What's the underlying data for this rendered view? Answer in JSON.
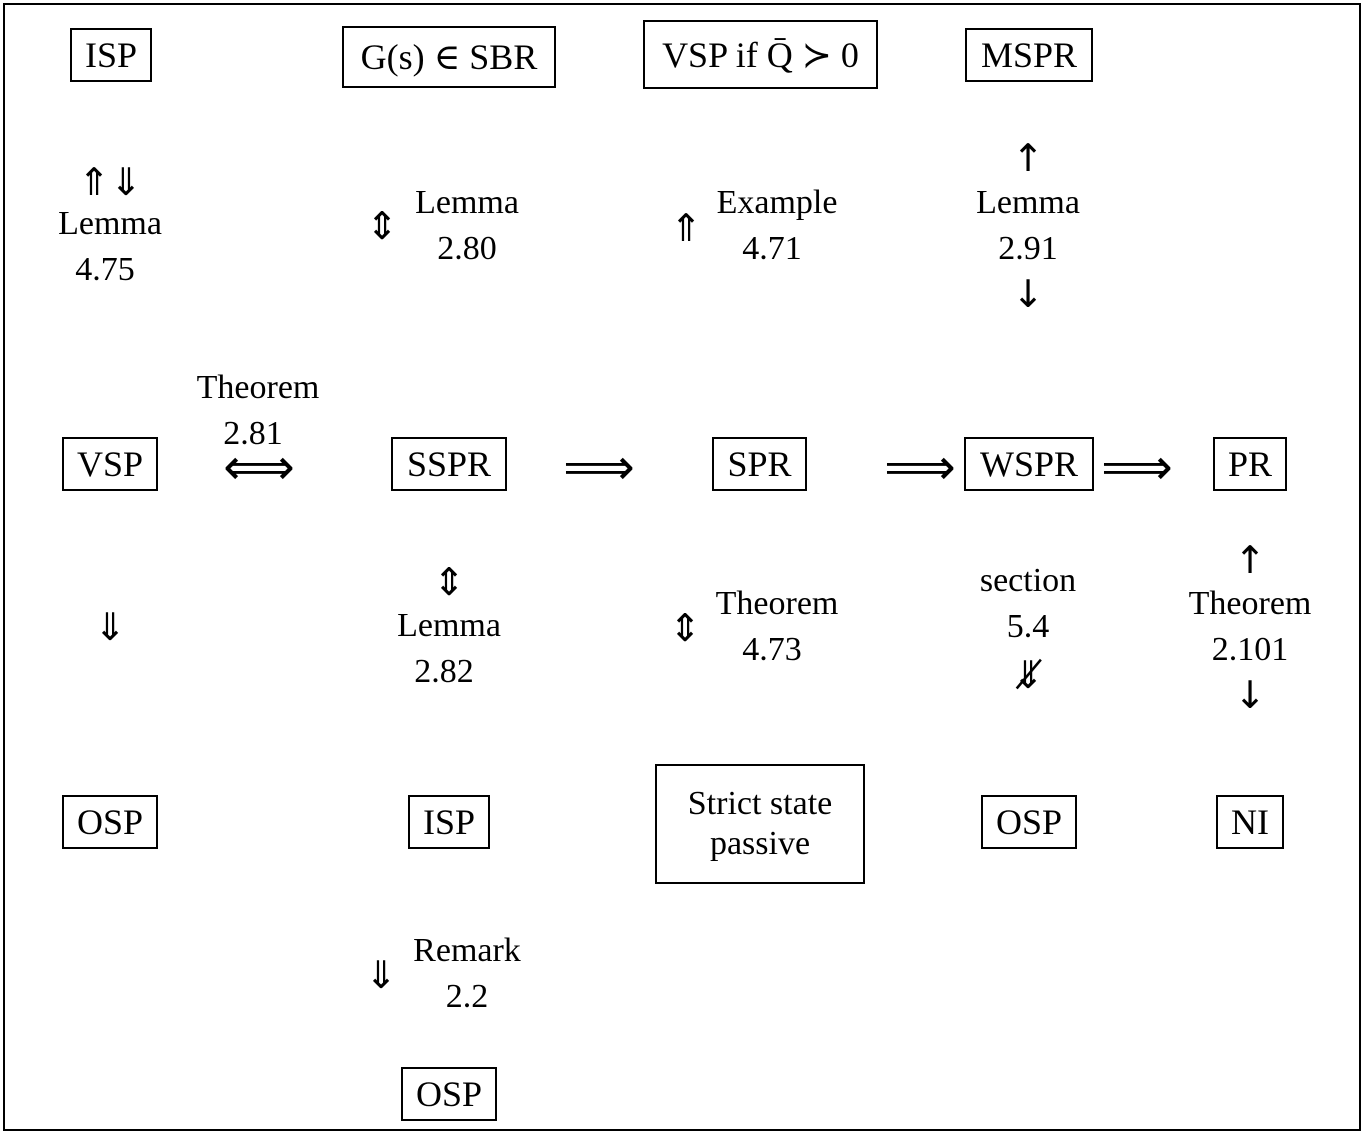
{
  "nodes": {
    "isp_top": "ISP",
    "g_sbr": "G(s) ∈ SBR",
    "vsp_if": "VSP if Q̄ ≻ 0",
    "mspr": "MSPR",
    "vsp": "VSP",
    "sspr": "SSPR",
    "spr": "SPR",
    "wspr": "WSPR",
    "pr": "PR",
    "osp_left": "OSP",
    "isp_mid": "ISP",
    "strict_state_passive": "Strict state passive",
    "osp_right": "OSP",
    "ni": "NI",
    "osp_bottom": "OSP"
  },
  "labels": {
    "lemma_475": [
      "Lemma",
      "4.75"
    ],
    "lemma_280": [
      "Lemma",
      "2.80"
    ],
    "example_471": [
      "Example",
      "4.71"
    ],
    "lemma_291": [
      "Lemma",
      "2.91"
    ],
    "theorem_281": [
      "Theorem",
      "2.81"
    ],
    "lemma_282": [
      "Lemma",
      "2.82"
    ],
    "theorem_473": [
      "Theorem",
      "4.73"
    ],
    "section_54": [
      "section",
      "5.4"
    ],
    "theorem_2101": [
      "Theorem",
      "2.101"
    ],
    "remark_22": [
      "Remark",
      "2.2"
    ]
  },
  "arrows": {
    "isp_vsp": "⇑⇓",
    "sbr_sspr": "⇕",
    "vspif_spr": "⇑",
    "mspr_up": "↑",
    "mspr_down": "↓",
    "vsp_sspr": "⟺",
    "sspr_spr": "⟹",
    "spr_wspr": "⟹",
    "wspr_pr": "⟹",
    "vsp_osp": "⇓",
    "sspr_isp": "⇕",
    "spr_ssp": "⇕",
    "wspr_osp": "⇓̸",
    "pr_up": "↑",
    "pr_down": "↓",
    "isp_osp": "⇓"
  }
}
